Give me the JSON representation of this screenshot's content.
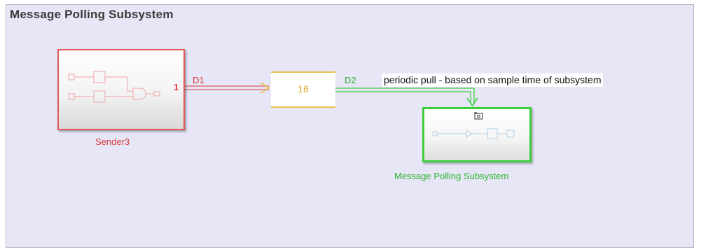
{
  "canvas": {
    "area_title": "Message Polling Subsystem"
  },
  "blocks": {
    "sender": {
      "name": "Sender3",
      "port_label": "1",
      "color": "#e05a5a"
    },
    "queue": {
      "value": "16",
      "color": "#e8c04a"
    },
    "polling_subsystem": {
      "name": "Message Polling Subsystem",
      "color": "#3ccf3c"
    }
  },
  "signals": {
    "d1": {
      "label": "D1",
      "color": "#d93a3a"
    },
    "d2": {
      "label": "D2",
      "color": "#2db52d"
    }
  },
  "annotation": {
    "text": "periodic pull -  based on sample time of subsystem"
  }
}
